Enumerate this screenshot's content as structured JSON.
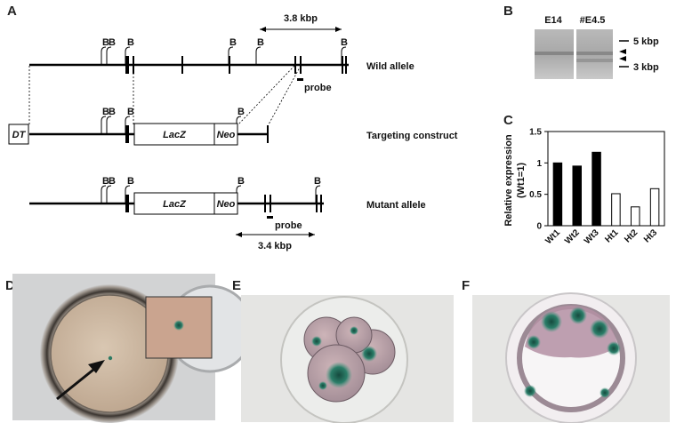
{
  "panel_labels": {
    "a": "A",
    "b": "B",
    "c": "C",
    "d": "D",
    "e": "E",
    "f": "F"
  },
  "map": {
    "site_b": "B",
    "size_wild": "3.8 kbp",
    "size_mutant": "3.4 kbp",
    "probe": "probe",
    "dt": "DT",
    "lacz": "LacZ",
    "neo": "Neo",
    "row_labels": [
      "Wild allele",
      "Targeting construct",
      "Mutant allele"
    ]
  },
  "southern": {
    "lanes": [
      "E14",
      "#E4.5"
    ],
    "markers": [
      "5 kbp",
      "3 kbp"
    ]
  },
  "chart_data": {
    "type": "bar",
    "categories": [
      "Wt1",
      "Wt2",
      "Wt3",
      "Ht1",
      "Ht2",
      "Ht3"
    ],
    "values": [
      1.0,
      0.95,
      1.17,
      0.51,
      0.3,
      0.59
    ],
    "fills": [
      "#000000",
      "#000000",
      "#000000",
      "#ffffff",
      "#ffffff",
      "#ffffff"
    ],
    "ylabel": "Relative expression (Wt1=1)",
    "ylabel_lines": [
      "Relative expression",
      "(Wt1=1)"
    ],
    "ylim": [
      0,
      1.5
    ],
    "yticks": [
      0,
      0.5,
      1,
      1.5
    ],
    "ytick_labels": [
      "0",
      "0.5",
      "1",
      "1.5"
    ]
  }
}
